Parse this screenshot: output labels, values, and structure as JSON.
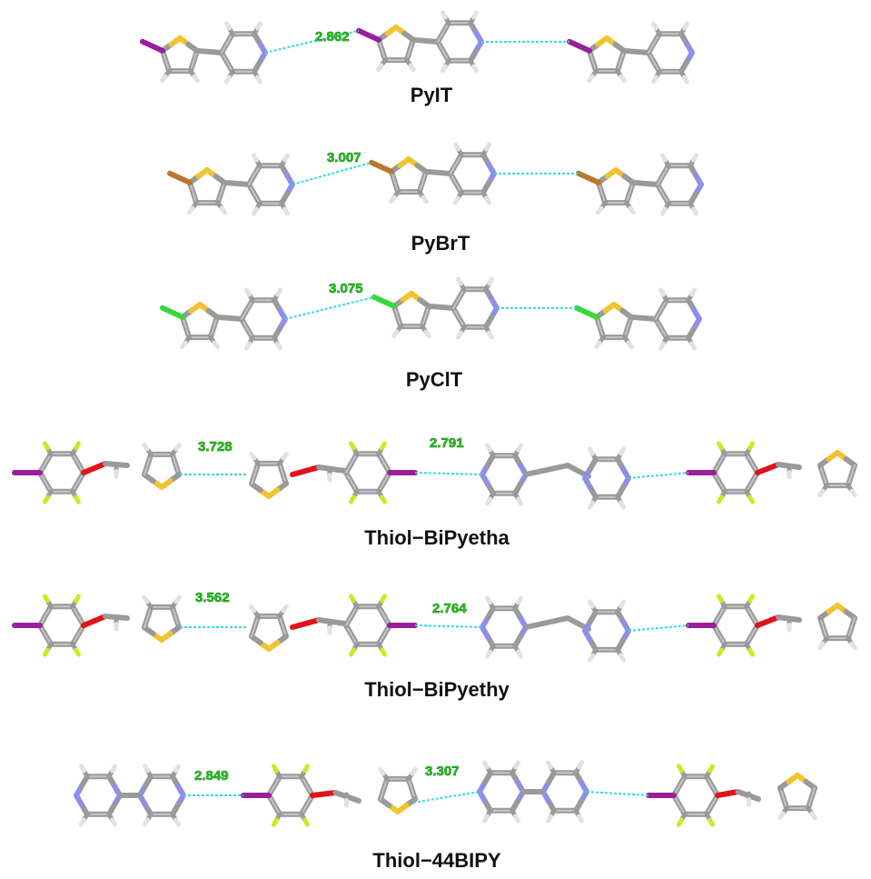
{
  "colors": {
    "bond": "#9a9a9a",
    "bond_light": "#cfcfcf",
    "hydrogen": "#e2e2e2",
    "sulfur": "#f2c230",
    "nitrogen": "#8f8fe8",
    "iodine": "#9a1f9a",
    "bromine": "#b8762e",
    "chlorine": "#38d838",
    "fluorine": "#c6ec26",
    "oxygen": "#e0141a",
    "halogen_bond": "#33dcdc",
    "distance_text": "#22c31e"
  },
  "structures": [
    {
      "name": "PyIT",
      "distances": [
        "2.862"
      ]
    },
    {
      "name": "PyBrT",
      "distances": [
        "3.007"
      ]
    },
    {
      "name": "PyClT",
      "distances": [
        "3.075"
      ]
    },
    {
      "name": "Thiol−BiPyetha",
      "distances": [
        "3.728",
        "2.791"
      ]
    },
    {
      "name": "Thiol−BiPyethy",
      "distances": [
        "3.562",
        "2.764"
      ]
    },
    {
      "name": "Thiol−44BIPY",
      "distances": [
        "2.849",
        "3.307"
      ]
    }
  ]
}
